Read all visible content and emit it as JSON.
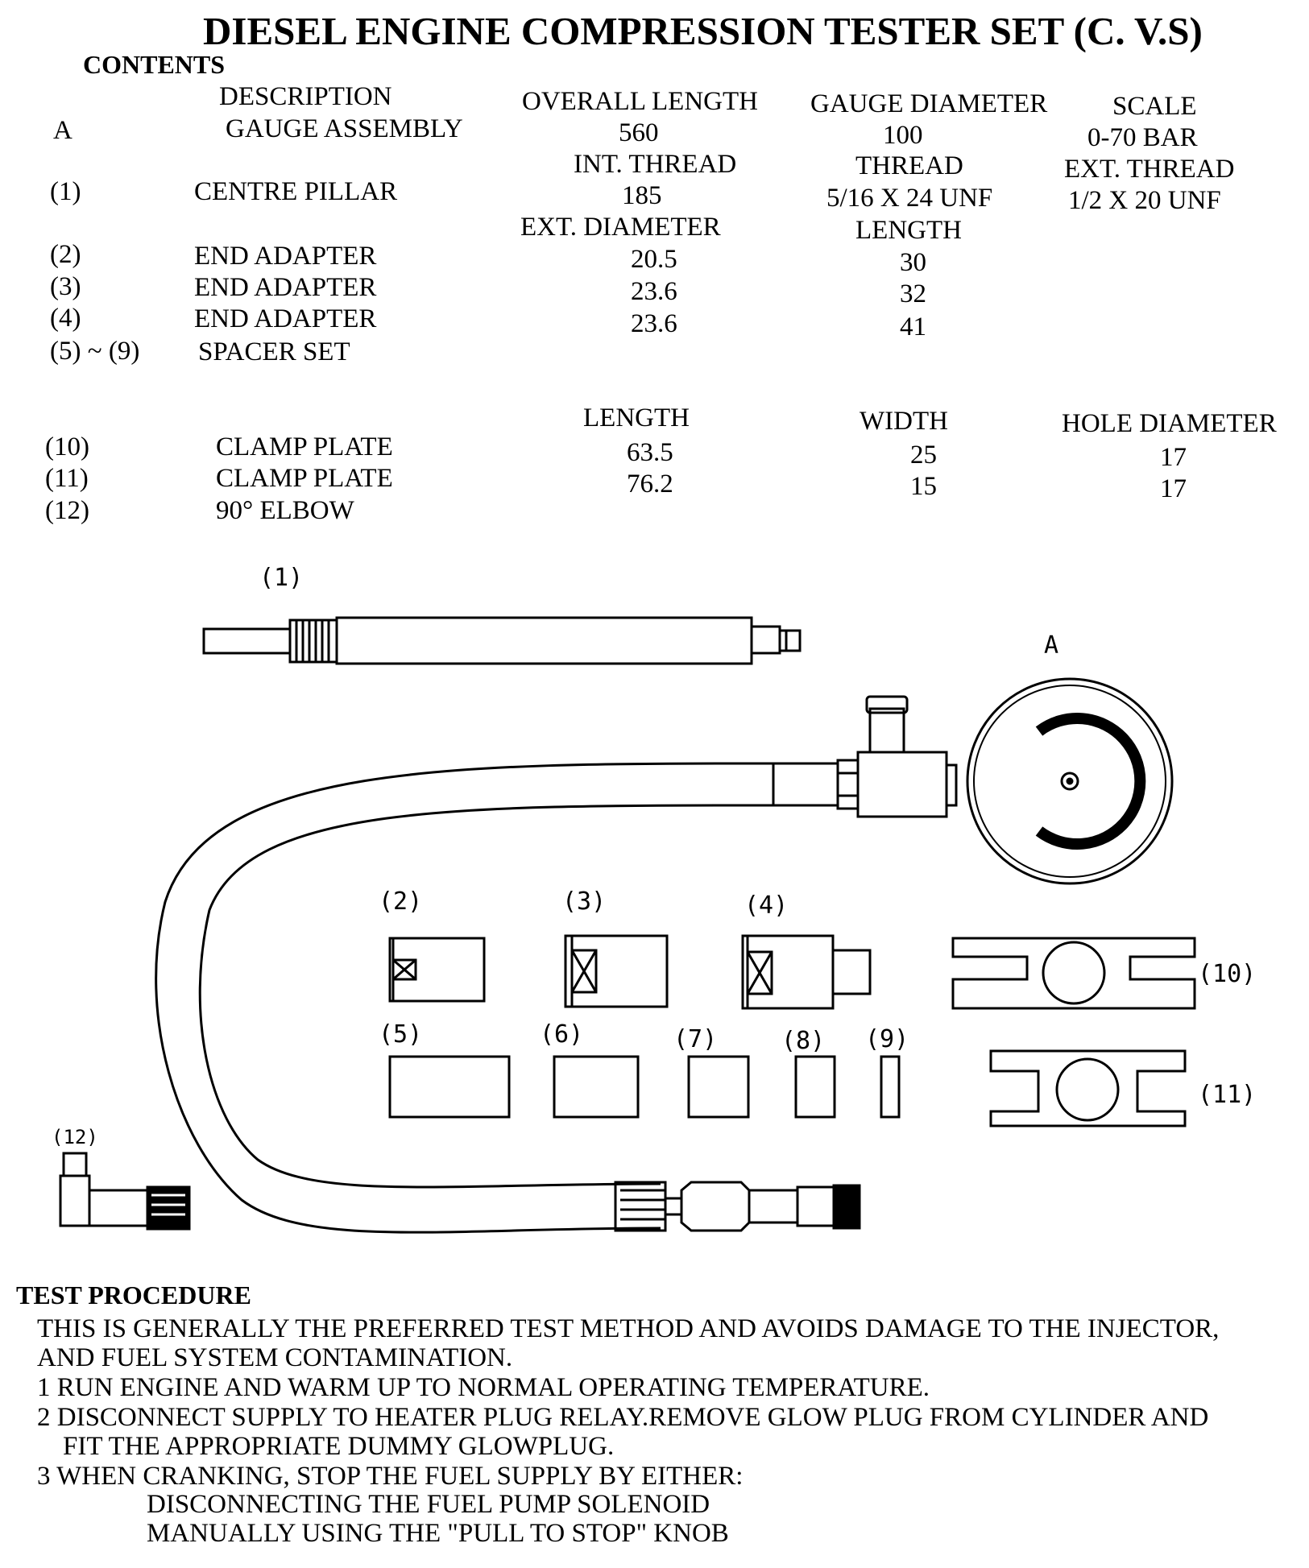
{
  "title": "DIESEL ENGINE COMPRESSION TESTER SET (C. V.S)",
  "contents_heading": "CONTENTS",
  "table1": {
    "headers": {
      "description": "DESCRIPTION",
      "overall_length": "OVERALL LENGTH",
      "gauge_diameter": "GAUGE DIAMETER",
      "scale": "SCALE"
    },
    "gauge_row": {
      "id": "A",
      "desc": "GAUGE ASSEMBLY",
      "length": "560",
      "diameter": "100",
      "scale": "0-70 BAR"
    },
    "pillar_headers": {
      "int_thread": "INT. THREAD",
      "thread": "THREAD",
      "ext_thread": "EXT. THREAD"
    },
    "pillar_row": {
      "id": "(1)",
      "desc": "CENTRE PILLAR",
      "int_thread": "185",
      "thread": "5/16 X 24 UNF",
      "ext_thread": "1/2 X 20 UNF"
    },
    "adapter_headers": {
      "ext_diameter": "EXT. DIAMETER",
      "length": "LENGTH"
    },
    "adapter_rows": [
      {
        "id": "(2)",
        "desc": "END ADAPTER",
        "ext_diameter": "20.5",
        "length": "30"
      },
      {
        "id": "(3)",
        "desc": "END ADAPTER",
        "ext_diameter": "23.6",
        "length": "32"
      },
      {
        "id": "(4)",
        "desc": "END ADAPTER",
        "ext_diameter": "23.6",
        "length": "41"
      }
    ],
    "spacer_row": {
      "id": "(5) ~ (9)",
      "desc": "SPACER SET"
    }
  },
  "table2": {
    "headers": {
      "length": "LENGTH",
      "width": "WIDTH",
      "hole_diameter": "HOLE DIAMETER"
    },
    "rows": [
      {
        "id": "(10)",
        "desc": "CLAMP PLATE",
        "length": "63.5",
        "width": "25",
        "hole": "17"
      },
      {
        "id": "(11)",
        "desc": "CLAMP PLATE",
        "length": "76.2",
        "width": "15",
        "hole": "17"
      }
    ],
    "elbow_row": {
      "id": "(12)",
      "desc": "90° ELBOW"
    }
  },
  "diagram_labels": {
    "pillar": "(1)",
    "gauge": "A",
    "a2": "(2)",
    "a3": "(3)",
    "a4": "(4)",
    "s5": "(5)",
    "s6": "(6)",
    "s7": "(7)",
    "s8": "(8)",
    "s9": "(9)",
    "c10": "(10)",
    "c11": "(11)",
    "e12": "(12)"
  },
  "procedure": {
    "heading": "TEST PROCEDURE",
    "lines": [
      "THIS IS GENERALLY THE PREFERRED TEST METHOD AND AVOIDS DAMAGE TO THE INJECTOR,",
      "AND FUEL SYSTEM CONTAMINATION.",
      "1 RUN ENGINE AND WARM UP TO NORMAL OPERATING TEMPERATURE.",
      "2 DISCONNECT SUPPLY TO HEATER PLUG RELAY.REMOVE GLOW PLUG FROM CYLINDER AND",
      "FIT THE APPROPRIATE DUMMY GLOWPLUG.",
      "3 WHEN CRANKING, STOP THE FUEL SUPPLY BY EITHER:",
      "DISCONNECTING THE FUEL PUMP SOLENOID",
      "MANUALLY USING THE \"PULL TO STOP\" KNOB"
    ]
  }
}
